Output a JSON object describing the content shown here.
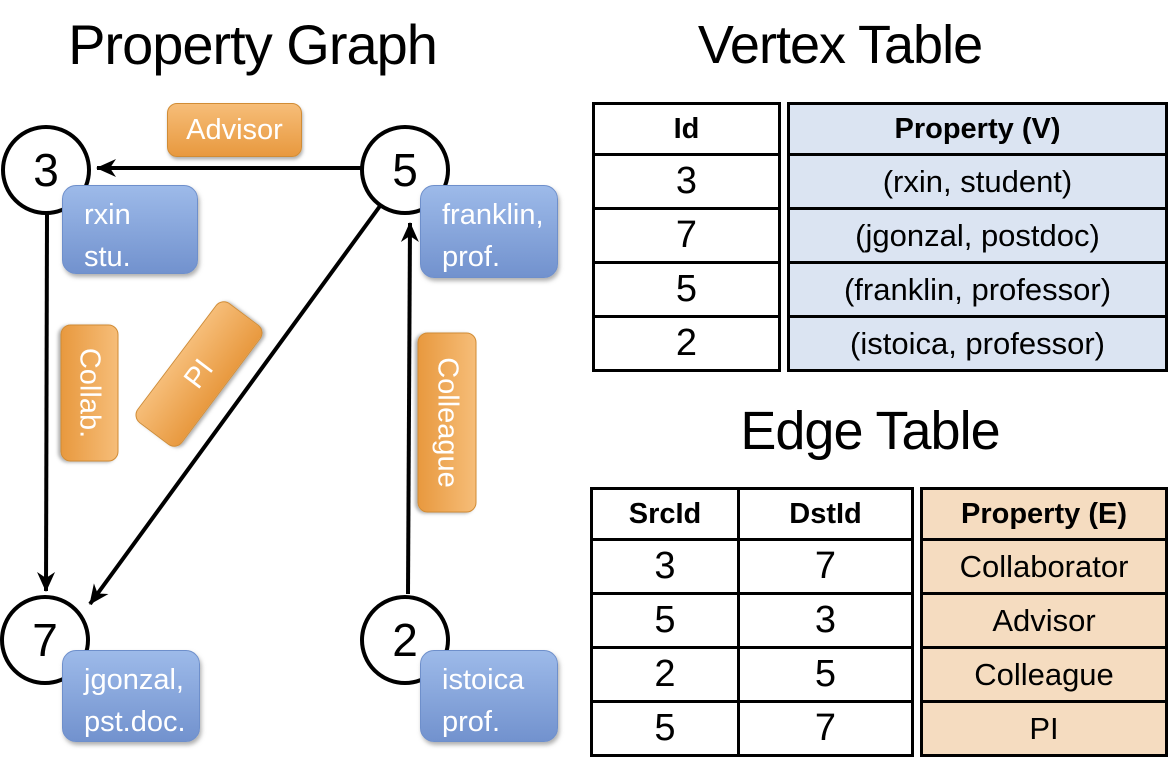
{
  "graph": {
    "title": "Property Graph",
    "nodes": [
      {
        "id": "3",
        "property_lines": [
          "rxin",
          "stu."
        ]
      },
      {
        "id": "5",
        "property_lines": [
          "franklin,",
          "prof."
        ]
      },
      {
        "id": "7",
        "property_lines": [
          "jgonzal,",
          "pst.doc."
        ]
      },
      {
        "id": "2",
        "property_lines": [
          "istoica",
          "prof."
        ]
      }
    ],
    "edge_labels": [
      {
        "label": "Advisor",
        "from": "5",
        "to": "3"
      },
      {
        "label": "Collab.",
        "from": "3",
        "to": "7"
      },
      {
        "label": "PI",
        "from": "5",
        "to": "7"
      },
      {
        "label": "Colleague",
        "from": "2",
        "to": "5"
      }
    ]
  },
  "vertex_table": {
    "title": "Vertex Table",
    "headers": {
      "id": "Id",
      "property": "Property (V)"
    },
    "rows": [
      {
        "id": "3",
        "property": "(rxin, student)"
      },
      {
        "id": "7",
        "property": "(jgonzal, postdoc)"
      },
      {
        "id": "5",
        "property": "(franklin, professor)"
      },
      {
        "id": "2",
        "property": "(istoica, professor)"
      }
    ]
  },
  "edge_table": {
    "title": "Edge Table",
    "headers": {
      "src": "SrcId",
      "dst": "DstId",
      "property": "Property (E)"
    },
    "rows": [
      {
        "src": "3",
        "dst": "7",
        "property": "Collaborator"
      },
      {
        "src": "5",
        "dst": "3",
        "property": "Advisor"
      },
      {
        "src": "2",
        "dst": "5",
        "property": "Colleague"
      },
      {
        "src": "5",
        "dst": "7",
        "property": "PI"
      }
    ]
  },
  "colors": {
    "edge_label_fill_top": "#f6bd78",
    "edge_label_fill_bottom": "#e8993f",
    "node_property_fill_top": "#9dbae9",
    "node_property_fill_bottom": "#7292ce",
    "vertex_table_property_fill": "#dbe4f2",
    "edge_table_property_fill": "#f5dcc0",
    "line_color": "#000000"
  }
}
